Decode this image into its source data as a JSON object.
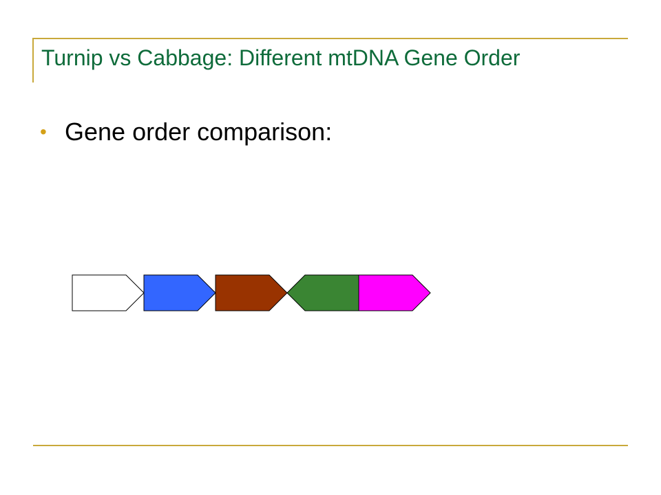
{
  "slide": {
    "title": "Turnip vs Cabbage: Different mtDNA Gene Order",
    "bullet_text": "Gene order comparison:",
    "colors": {
      "accent": "#c8a83a",
      "title": "#0e6b3a",
      "bullet": "#d4a017"
    }
  },
  "diagram": {
    "genes": [
      {
        "fill": "#ffffff",
        "direction": "right"
      },
      {
        "fill": "#3366ff",
        "direction": "right"
      },
      {
        "fill": "#993300",
        "direction": "right"
      },
      {
        "fill": "#3a8533",
        "direction": "left"
      },
      {
        "fill": "#ff00ff",
        "direction": "right"
      }
    ]
  }
}
